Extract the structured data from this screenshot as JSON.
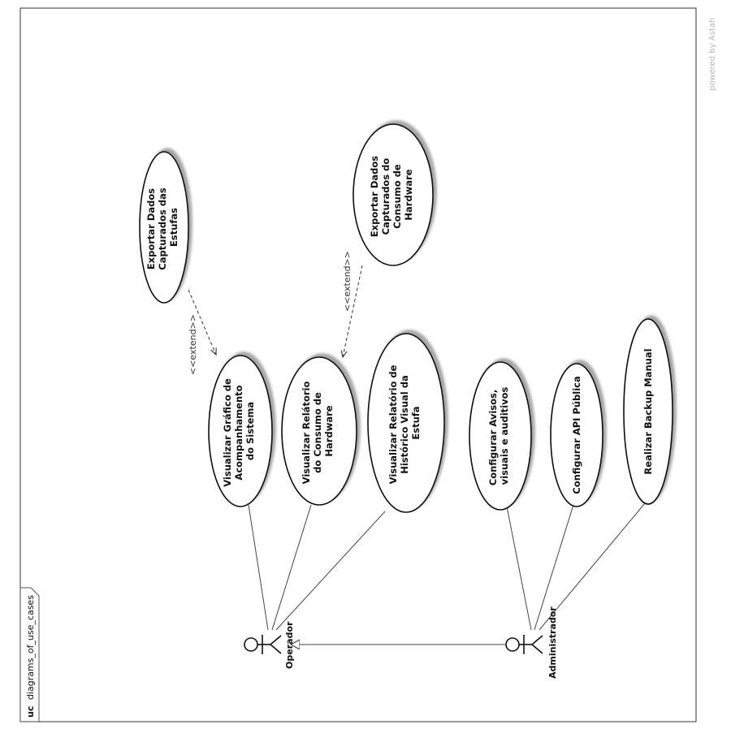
{
  "frame": {
    "kind": "uc",
    "name": "diagrams_of_use_cases"
  },
  "watermark": "powered by Astah",
  "actors": {
    "operador": "Operador",
    "administrador": "Administrador"
  },
  "use_cases": {
    "grafico": [
      "Visualizar Gráfico de",
      "Acompanhamento",
      "do Sistema"
    ],
    "relatorio_hw": [
      "Visualizar Relátorio",
      "do Consumo de",
      "Hardware"
    ],
    "relatorio_estufa": [
      "Visualizar Relatório de",
      "Histórico Visual da",
      "Estufa"
    ],
    "avisos": [
      "Configurar Avisos,",
      "visuais e auditivos"
    ],
    "api": [
      "Configurar API Pública"
    ],
    "backup": [
      "Realizar Backup Manual"
    ],
    "export_estufas": [
      "Exportar Dados",
      "Capturados das",
      "Estufas"
    ],
    "export_hw": [
      "Exportar Dados",
      "Capturados do",
      "Consumo de",
      "Hardware"
    ]
  },
  "relations": {
    "extend_label": "<<extend>>"
  }
}
